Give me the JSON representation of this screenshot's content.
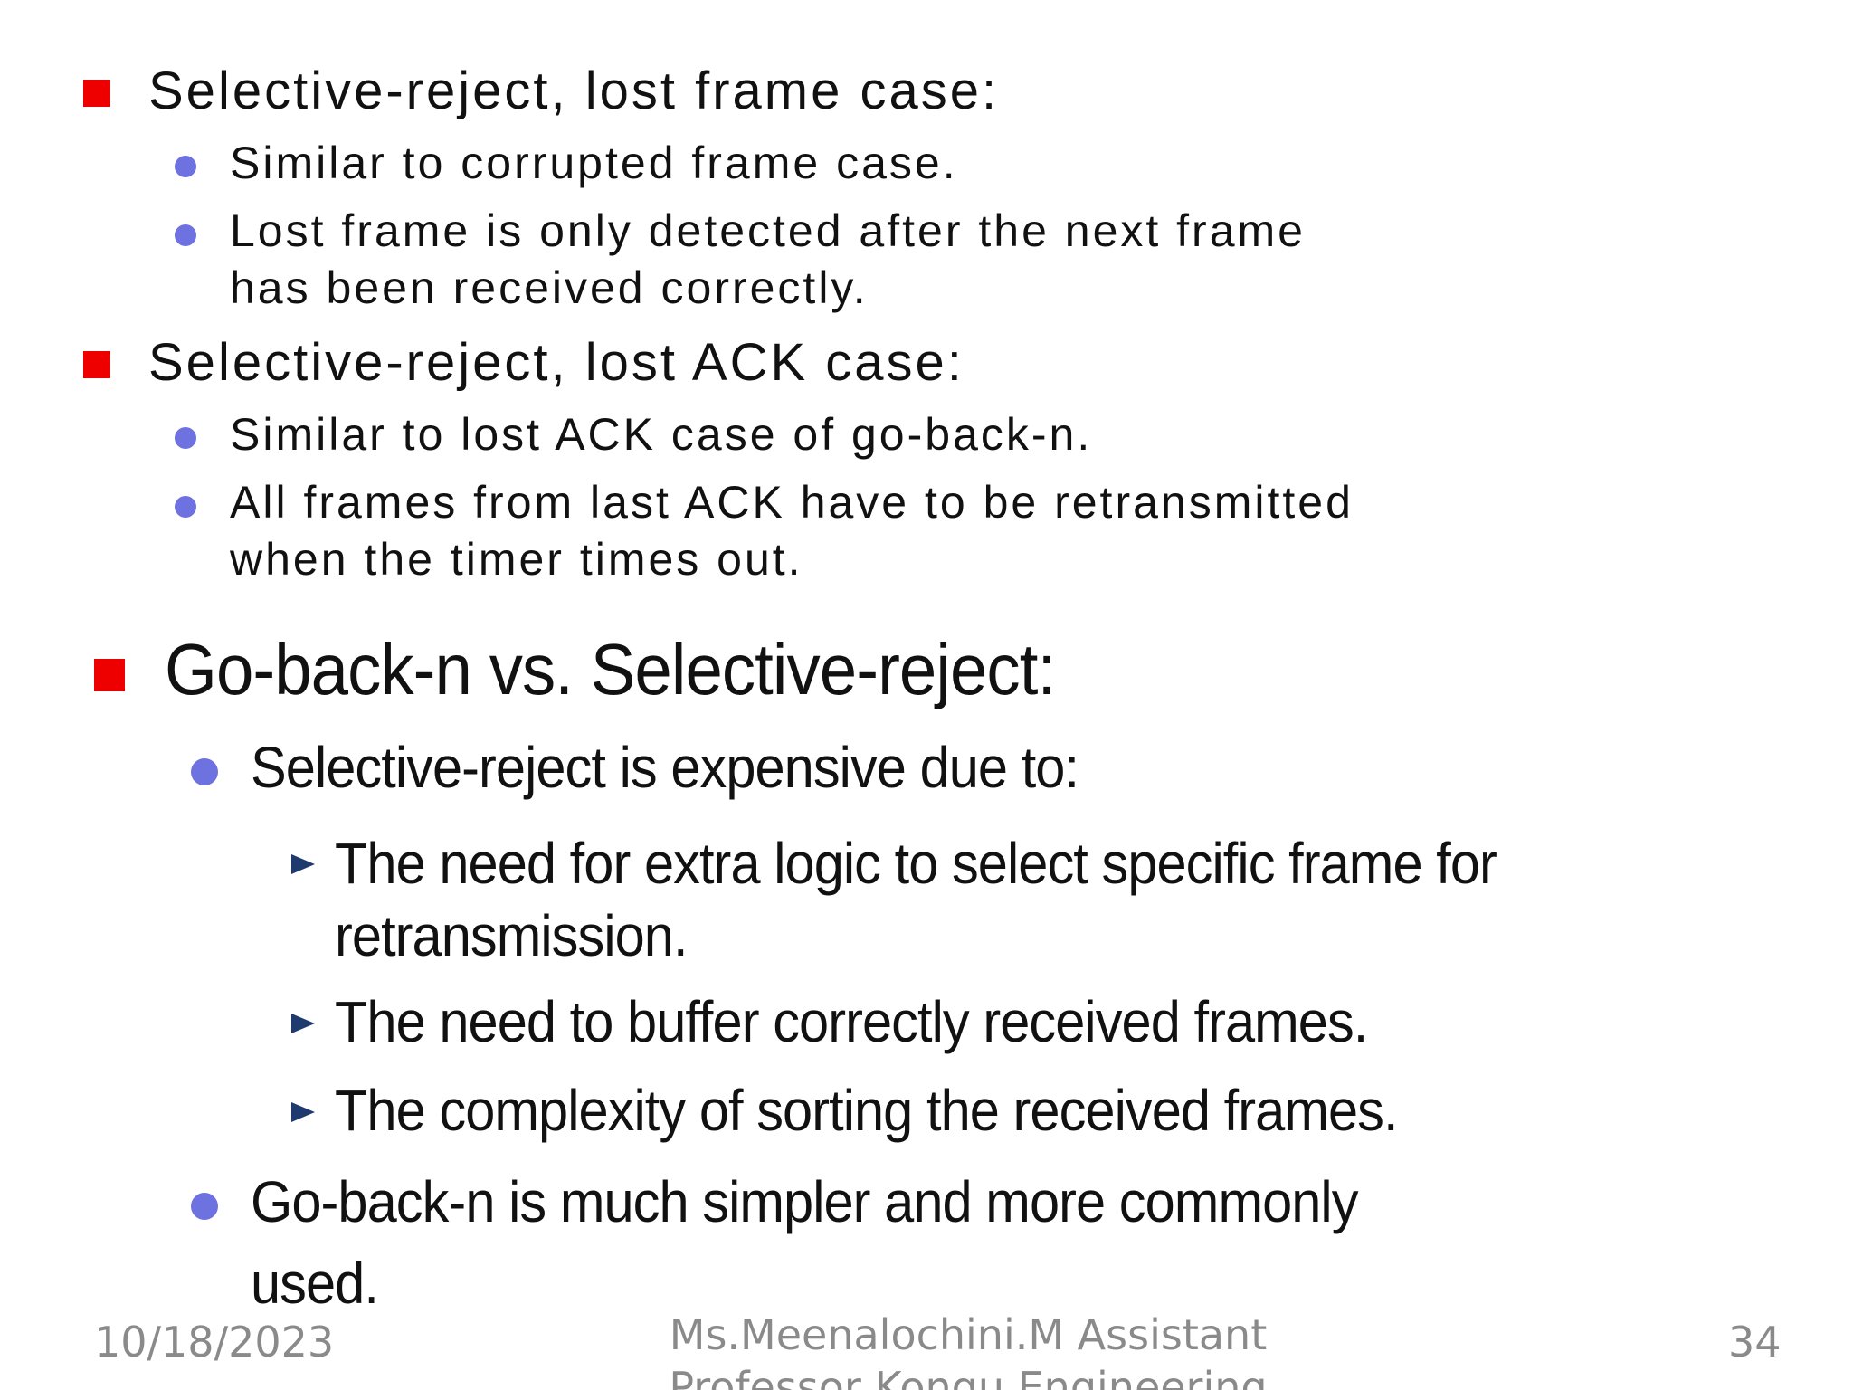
{
  "sections": [
    {
      "heading": "Selective-reject, lost frame case:",
      "bullets": [
        {
          "lines": [
            "Similar to corrupted frame case."
          ]
        },
        {
          "lines": [
            "Lost frame is only detected after the next frame",
            "has been received correctly."
          ]
        }
      ]
    },
    {
      "heading": "Selective-reject, lost ACK case:",
      "bullets": [
        {
          "lines": [
            "Similar to lost ACK case of go-back-n."
          ]
        },
        {
          "lines": [
            "All frames from last ACK have to be retransmitted",
            "when the timer times out."
          ]
        }
      ]
    },
    {
      "heading": "Go-back-n vs. Selective-reject:",
      "bullets": [
        {
          "lines": [
            "Selective-reject is expensive due to:"
          ],
          "subs": [
            {
              "lines": [
                "The need for extra logic to select specific frame for",
                "retransmission."
              ]
            },
            {
              "lines": [
                "The need to buffer correctly received frames."
              ]
            },
            {
              "lines": [
                "The complexity of sorting the received frames."
              ]
            }
          ]
        },
        {
          "lines": [
            "Go-back-n is much simpler and more commonly",
            "used."
          ]
        }
      ]
    }
  ],
  "footer": {
    "date": "10/18/2023",
    "author_line1": "Ms.Meenalochini.M Assistant",
    "author_line2": "Professor,Kongu Engineering",
    "page_number": "34"
  },
  "colors": {
    "square_bullet": "#ee0000",
    "dot_bullet": "#6d72e0",
    "arrow_bullet": "#1e3a6e",
    "footer_text": "#8a8a8a"
  }
}
